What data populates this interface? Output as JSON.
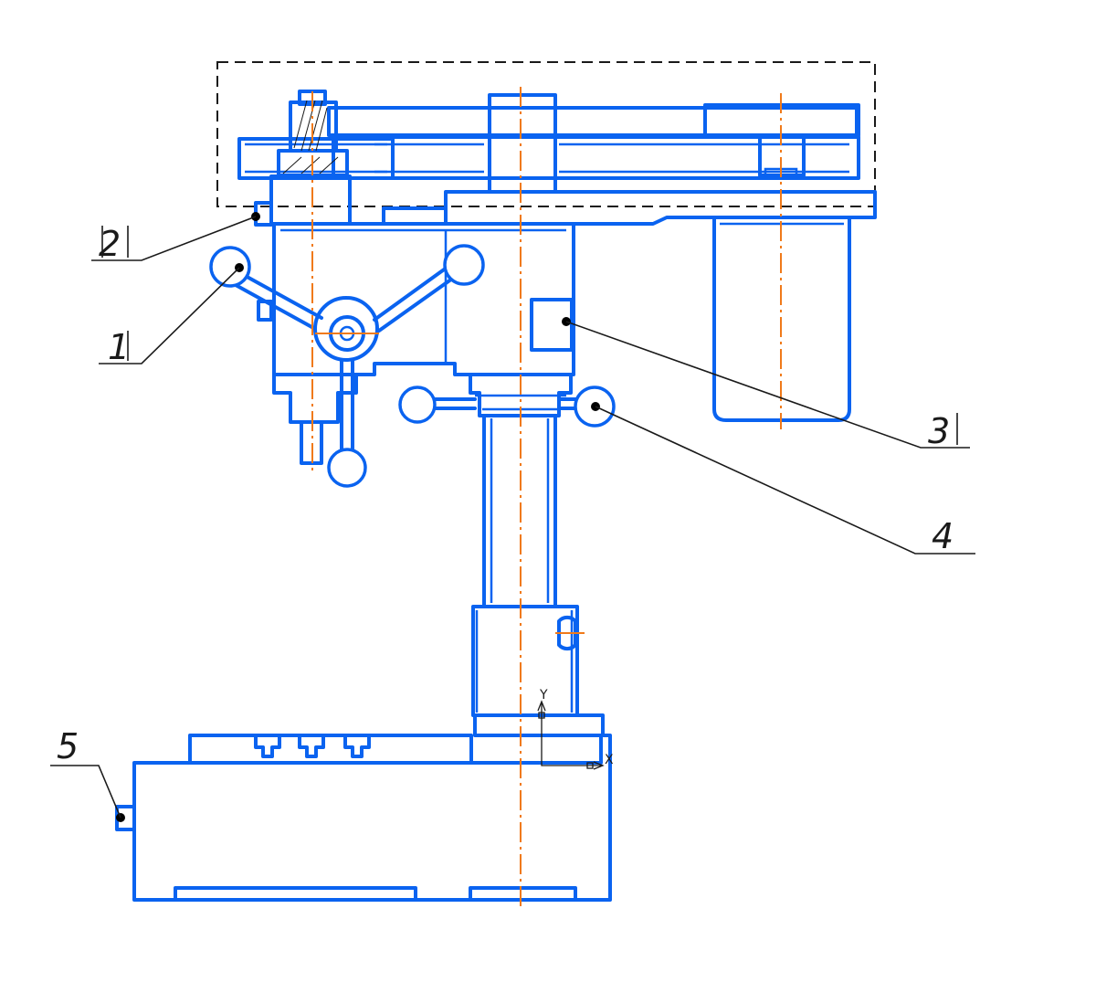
{
  "callouts": [
    {
      "id": "1",
      "label": "1"
    },
    {
      "id": "2",
      "label": "2"
    },
    {
      "id": "3",
      "label": "3"
    },
    {
      "id": "4",
      "label": "4"
    },
    {
      "id": "5",
      "label": "5"
    }
  ],
  "coordinate_system": {
    "x_label": "X",
    "y_label": "Y"
  },
  "colors": {
    "part_outline": "#0a63f0",
    "center_line": "#f07a1a",
    "leader_line": "#1a1a1a",
    "envelope": "#1a1a1a"
  }
}
